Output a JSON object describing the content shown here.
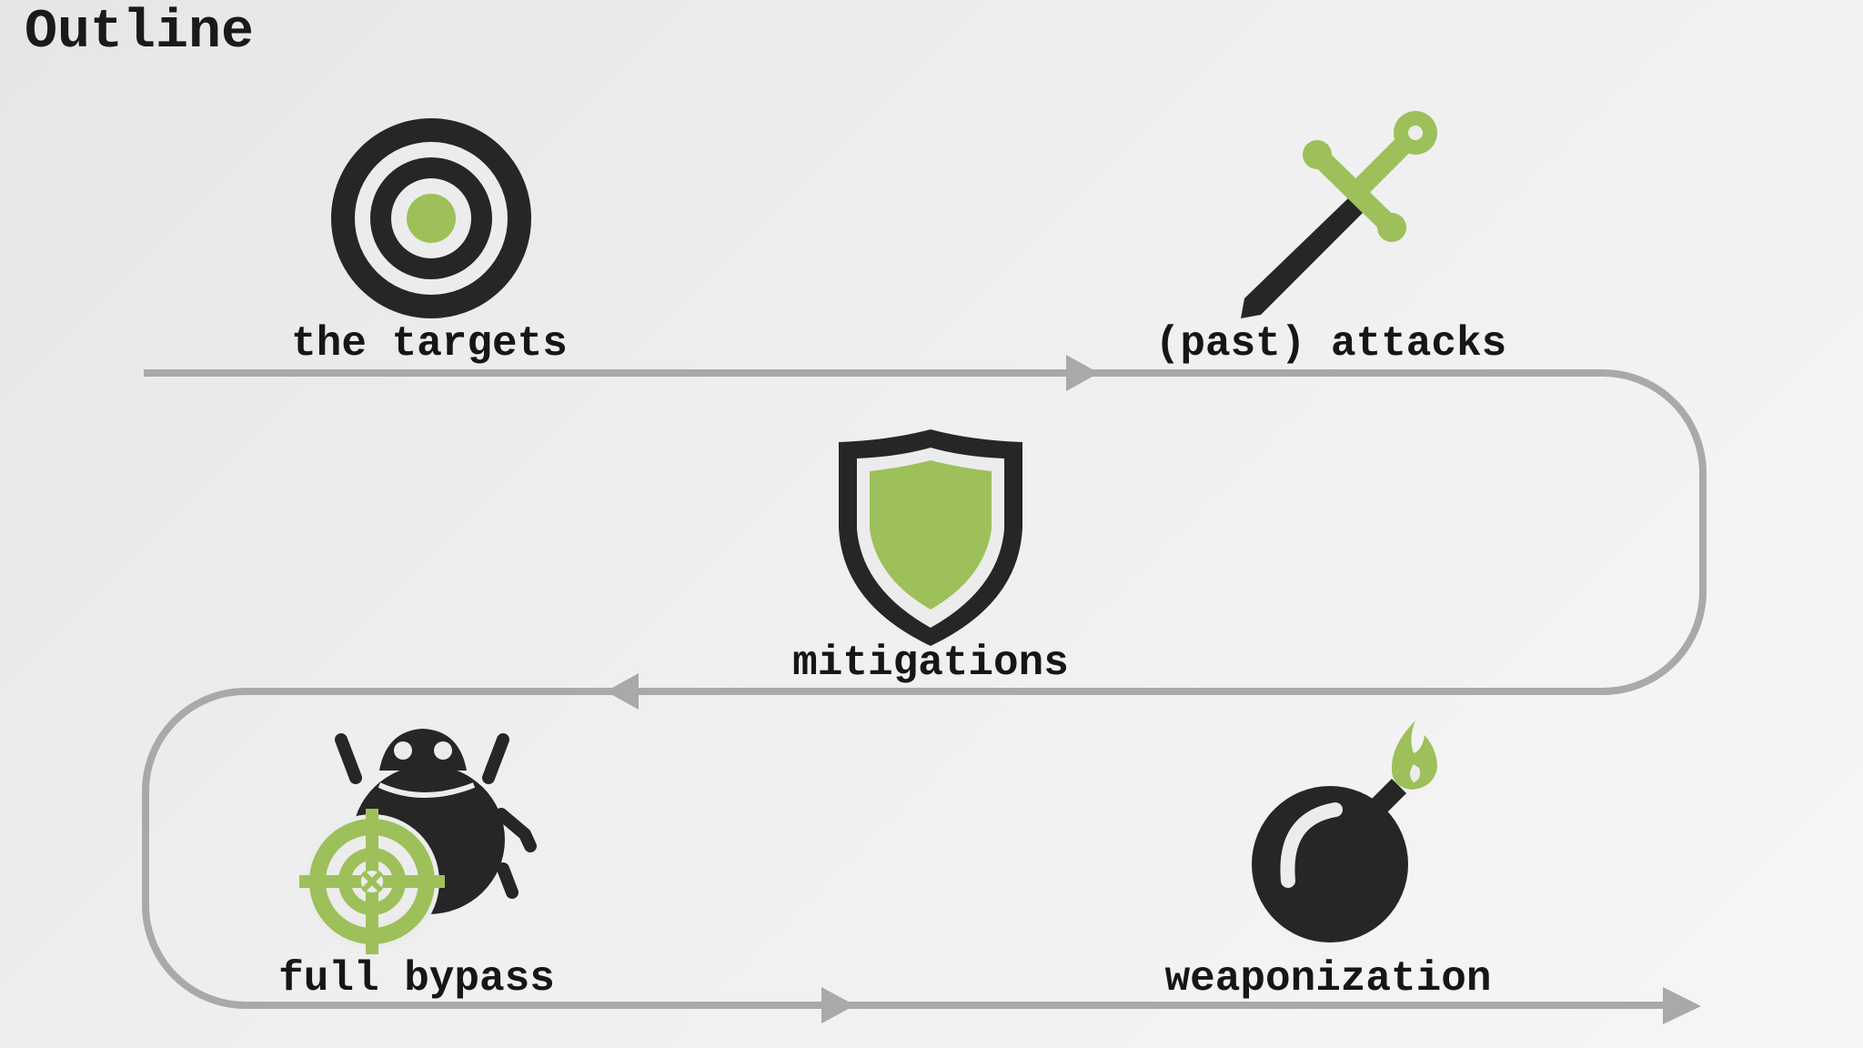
{
  "title": "Outline",
  "steps": [
    {
      "label": "the targets",
      "icon": "target-icon"
    },
    {
      "label": "(past) attacks",
      "icon": "sword-icon"
    },
    {
      "label": "mitigations",
      "icon": "shield-icon"
    },
    {
      "label": "full bypass",
      "icon": "bug-crosshair-icon"
    },
    {
      "label": "weaponization",
      "icon": "bomb-icon"
    }
  ],
  "colors": {
    "accent": "#9dc05a",
    "dark": "#262626",
    "path": "#a9a9a9",
    "background": "#ececec"
  }
}
